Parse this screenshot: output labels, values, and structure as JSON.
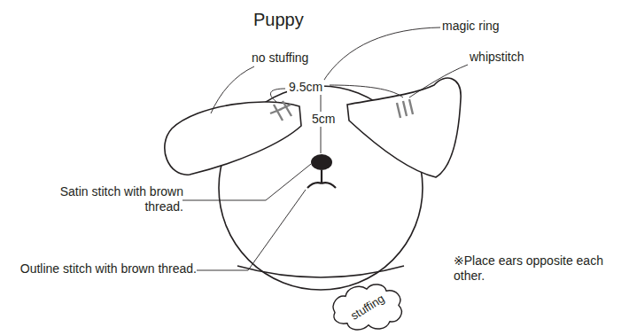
{
  "diagram": {
    "title": "Puppy",
    "nodes": [
      {
        "text": [
          "stuffing"
        ]
      }
    ],
    "labels": [
      "magic ring",
      "no stuffing",
      "whipstitch",
      "9.5cm",
      "5cm",
      "Satin stitch with brown thread.",
      "Outline stitch with brown thread.",
      "※Place ears opposite each other."
    ]
  }
}
